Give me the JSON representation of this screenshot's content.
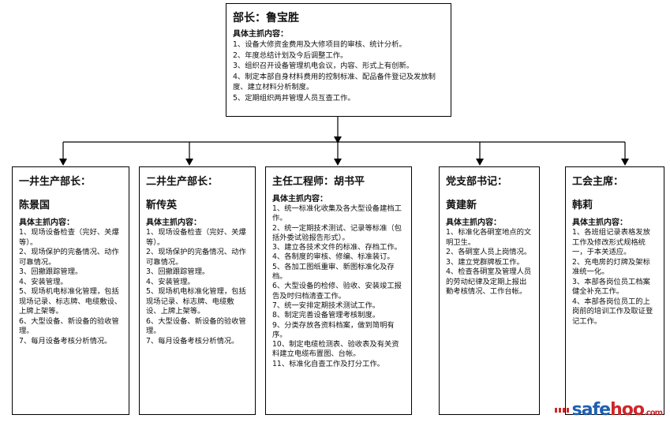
{
  "top": {
    "title": "部长：鲁宝胜",
    "subtitle": "具体主抓内容：",
    "items": [
      "1、设备大修资金费用及大修项目的审核、统计分析。",
      "2、年度总结计划及今后调整工作。",
      "3、组织召开设备管理机电会议，内容、形式上有创新。",
      "4、制定本部自身材料费用的控制标准、配品备件登记及发放制度、建立材料分析制度。",
      "5、定期组织两井管理人员互查工作。"
    ]
  },
  "boxes": [
    {
      "title": "一井生产部长：",
      "name": "陈景国",
      "subtitle": "具体主抓内容：",
      "items": [
        "1、现场设备检查（完好、关爆等）。",
        "2、现场保护的完备情况、动作可靠情况。",
        "3、回撤跟踪管理。",
        "4、安装管理。",
        "5、现场机电标准化管理，包括现场记录、标志牌、电缆敷设、上牌上架等。",
        "6、大型设备、新设备的验收管理。",
        "7、每月设备考核分析情况。"
      ]
    },
    {
      "title": "二井生产部长：",
      "name": "靳传英",
      "subtitle": "具体主抓内容：",
      "items": [
        "1、现场设备检查（完好、关爆等）。",
        "2、现场保护的完备情况、动作可靠情况。",
        "3、回撤跟踪管理。",
        "4、安装管理。",
        "5、现场机电标准化管理，包括现场记录、标志牌、电缆敷设、上牌上架等。",
        "6、大型设备、新设备的验收管理。",
        "7、每月设备考核分析情况。"
      ]
    },
    {
      "title": "主任工程师：胡书平",
      "name": "",
      "subtitle": "具体主抓内容：",
      "items": [
        "1、统一标准化收集及各大型设备建档工作。",
        "2、统一定期技术测试、记录等标准（包括外委试验报告形式）。",
        "3、建立各技术文件的标准、存档工作。",
        "4、各制度的审核、修编、标准装订。",
        "5、各加工图纸重审、新图标准化及存档。",
        "6、大型设备的检修、验收、安装竣工报告及时归档清查工作。",
        "7、统一安排定期技术测试工作。",
        "8、制定完善设备管理考核制度。",
        "9、分类存放各资料档案，做到简明有序。",
        "10、制定电缆检测表、验收表及有关资料建立电缆布置图、台帐。",
        "11、标准化自查工作及打分工作。"
      ]
    },
    {
      "title": "党支部书记：",
      "name": "黄建新",
      "subtitle": "具体主抓内容：",
      "items": [
        "1、标准化各硐室地点的文明卫生。",
        "2、各硐室人员上岗情况。",
        "3、建立党群牌板工作。",
        "4、检查各硐室及管理人员的劳动纪律及定期上报出勤考核情况、工作台帐。"
      ]
    },
    {
      "title": "工会主席：",
      "name": "韩莉",
      "subtitle": "具体主抓内容：",
      "items": [
        "1、各班组记录表格发放工作及修改形式规格统一，于本关适应。",
        "2、充电房的灯牌及架标准统一化。",
        "3、本部各岗位员工档案健全补充工作。",
        "4、本部各岗位员工的上岗前的培训工作及取证登记工作。"
      ]
    }
  ],
  "watermark": {
    "part1": "safe",
    "part2": "hoo",
    "suffix": ".com"
  }
}
